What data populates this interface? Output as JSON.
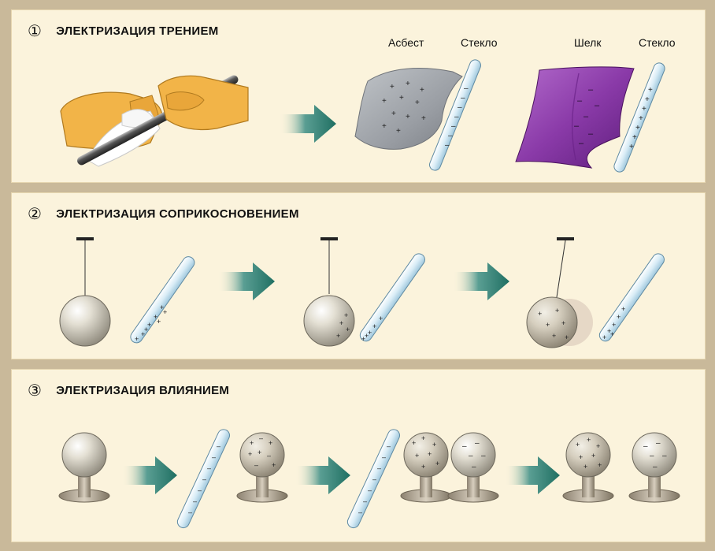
{
  "sections": [
    {
      "number": "①",
      "title": "ЭЛЕКТРИЗАЦИЯ ТРЕНИЕМ"
    },
    {
      "number": "②",
      "title": "ЭЛЕКТРИЗАЦИЯ СОПРИКОСНОВЕНИЕМ"
    },
    {
      "number": "③",
      "title": "ЭЛЕКТРИЗАЦИЯ ВЛИЯНИЕМ"
    }
  ],
  "materials": {
    "asbestos": "Асбест",
    "glass_1": "Стекло",
    "silk": "Шелк",
    "glass_2": "Стекло"
  },
  "colors": {
    "panel": "#fbf3dc",
    "frame": "#c9b99a",
    "arrow": "#1f6f62",
    "silk": "#8a3aa8",
    "asbestos": "#9a9ea4",
    "skin": "#f2b448",
    "glass": "#cfe6f3"
  }
}
